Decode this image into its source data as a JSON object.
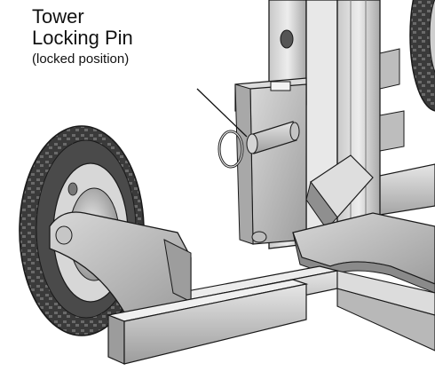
{
  "callout": {
    "title_line1": "Tower",
    "title_line2": "Locking Pin",
    "subtitle": "(locked position)"
  },
  "palette": {
    "background": "#ffffff",
    "metal_light": "#d9d9d9",
    "metal_mid": "#b0b0b0",
    "metal_dark": "#6e6e6e",
    "tire_dark": "#2a2a2a",
    "outline": "#1a1a1a"
  },
  "icons": {
    "tower": "tower-upright",
    "pin": "locking-pin",
    "wheel": "wheel",
    "leader": "leader-line"
  }
}
